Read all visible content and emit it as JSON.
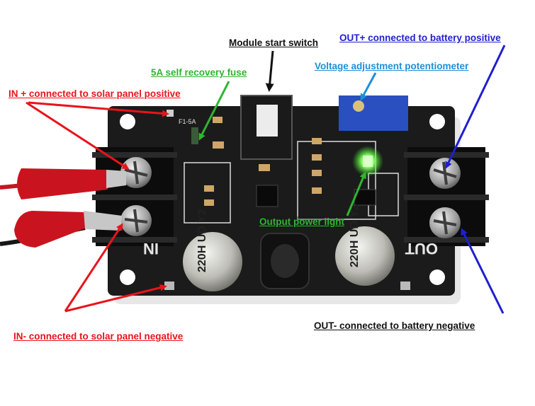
{
  "colors": {
    "red": "#e8141b",
    "green": "#2fb52f",
    "black": "#111111",
    "cyan": "#1e8fd6",
    "blue": "#1f1fd0"
  },
  "labels": {
    "module_start_switch": "Module start switch",
    "out_plus": "OUT+ connected to battery positive",
    "fuse": "5A self recovery fuse",
    "voltage_pot": "Voltage adjustment potentiometer",
    "in_plus": "IN + connected to solar panel positive",
    "output_power_light": "Output power light",
    "in_minus": "IN- connected to solar panel negative",
    "out_minus": "OUT- connected to battery negative"
  },
  "board": {
    "silk_in": "IN",
    "silk_out": "OUT",
    "cap_left": "220H UD Y2",
    "cap_right": "220H UD Y2",
    "fuse_mark": "F1-5A"
  }
}
